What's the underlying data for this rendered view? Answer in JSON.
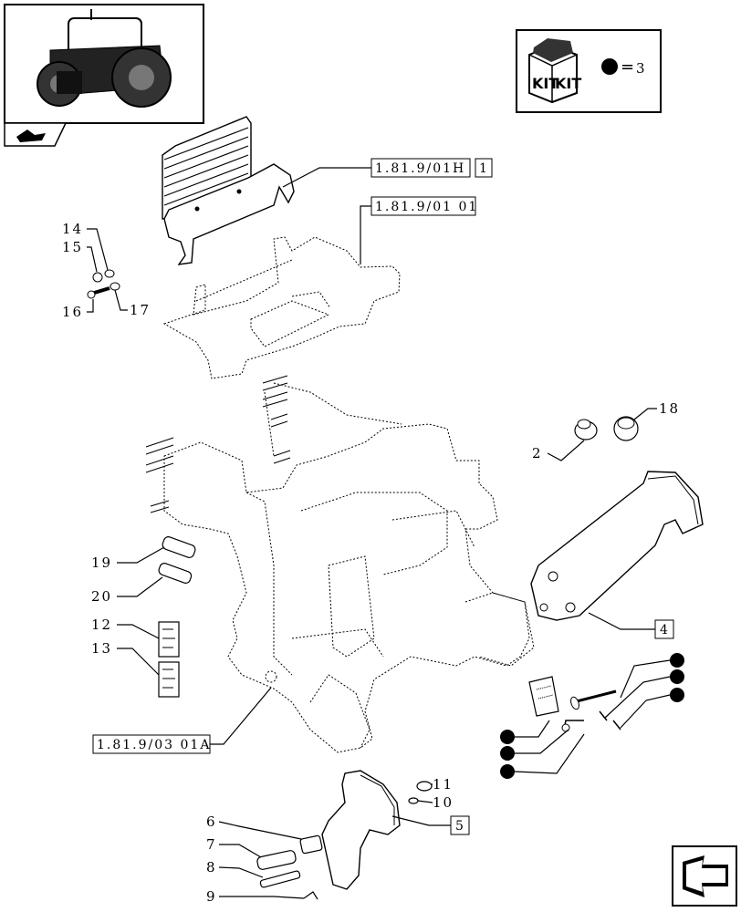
{
  "kit": {
    "box_label_1": "KIT",
    "box_label_2": "KIT",
    "equals": "=",
    "count": "3"
  },
  "references": {
    "ref_1": "1.81.9/01H",
    "ref_1_num": "1",
    "ref_2": "1.81.9/01 01",
    "ref_3": "1.81.9/03 01A",
    "ref_4": "4",
    "ref_5": "5"
  },
  "callouts": {
    "c2": "2",
    "c6": "6",
    "c7": "7",
    "c8": "8",
    "c9": "9",
    "c10": "10",
    "c11": "11",
    "c12": "12",
    "c13": "13",
    "c14": "14",
    "c15": "15",
    "c16": "16",
    "c17": "17",
    "c18": "18",
    "c19": "19",
    "c20": "20"
  }
}
